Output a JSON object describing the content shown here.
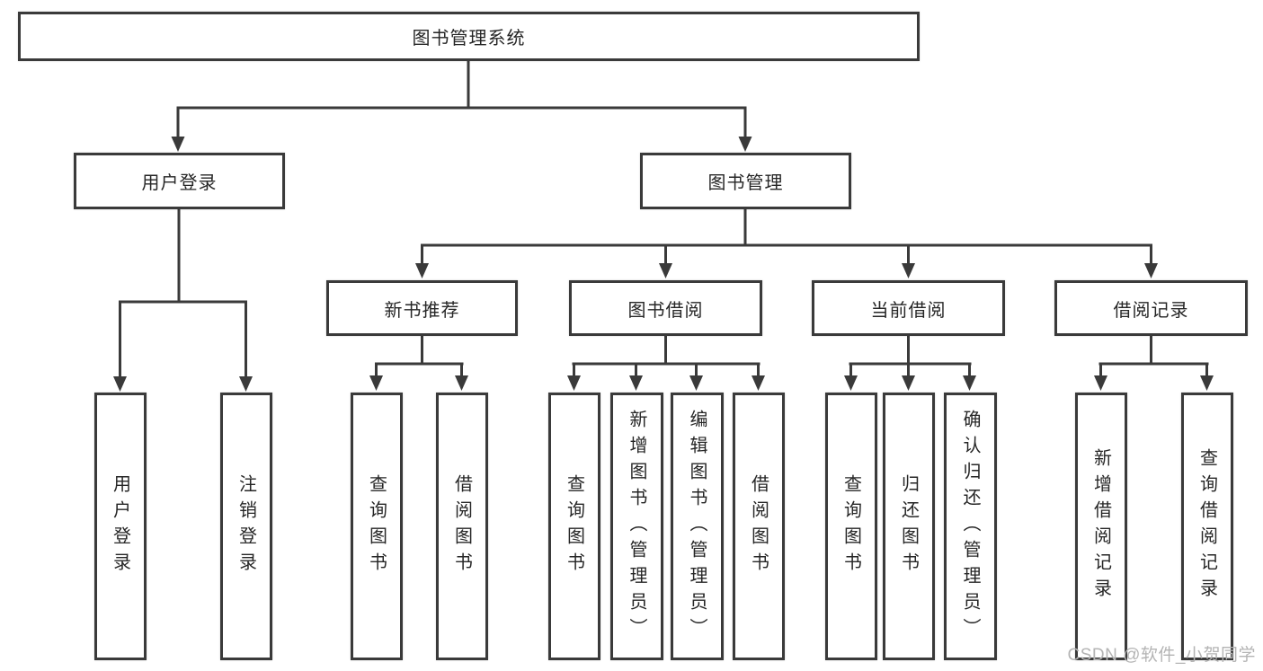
{
  "diagram": {
    "title": "图书管理系统",
    "root": {
      "label": "图书管理系统"
    },
    "branches": [
      {
        "label": "用户登录",
        "children": [
          {
            "label": "用户登录"
          },
          {
            "label": "注销登录"
          }
        ]
      },
      {
        "label": "图书管理",
        "children": [
          {
            "label": "新书推荐",
            "children": [
              {
                "label": "查询图书"
              },
              {
                "label": "借阅图书"
              }
            ]
          },
          {
            "label": "图书借阅",
            "children": [
              {
                "label": "查询图书"
              },
              {
                "label": "新增图书（管理员）"
              },
              {
                "label": "编辑图书（管理员）"
              },
              {
                "label": "借阅图书"
              }
            ]
          },
          {
            "label": "当前借阅",
            "children": [
              {
                "label": "查询图书"
              },
              {
                "label": "归还图书"
              },
              {
                "label": "确认归还（管理员）"
              }
            ]
          },
          {
            "label": "借阅记录",
            "children": [
              {
                "label": "新增借阅记录"
              },
              {
                "label": "查询借阅记录"
              }
            ]
          }
        ]
      }
    ]
  },
  "watermark": {
    "text": "CSDN @软件_小贺同学"
  },
  "colors": {
    "line": "#3a3a3a",
    "border": "#3a3a3a",
    "text": "#262626",
    "background": "#ffffff",
    "watermark": "#b4b4b4"
  }
}
